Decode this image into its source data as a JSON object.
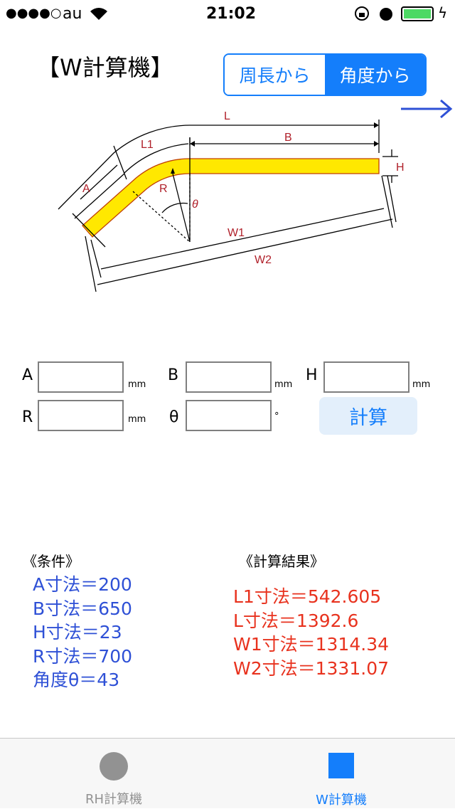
{
  "status": {
    "carrier": "au",
    "signal": "●●●●○",
    "time": "21:02"
  },
  "title": "【W計算機】",
  "segment": {
    "options": [
      "周長から",
      "角度から"
    ],
    "selected": 1
  },
  "diagram": {
    "labels": {
      "L": "L",
      "L1": "L1",
      "B": "B",
      "H": "H",
      "A": "A",
      "R": "R",
      "theta": "θ",
      "W1": "W1",
      "W2": "W2"
    }
  },
  "inputs": [
    {
      "label": "A",
      "unit": "mm",
      "value": ""
    },
    {
      "label": "B",
      "unit": "mm",
      "value": ""
    },
    {
      "label": "H",
      "unit": "mm",
      "value": ""
    },
    {
      "label": "R",
      "unit": "mm",
      "value": ""
    },
    {
      "label": "θ",
      "unit": "°",
      "value": ""
    }
  ],
  "calc_button": "計算",
  "conditions": {
    "heading": "《条件》",
    "items": [
      "A寸法＝200",
      "B寸法＝650",
      "H寸法＝23",
      "R寸法＝700",
      "角度θ＝43"
    ]
  },
  "results": {
    "heading": "《計算結果》",
    "items": [
      "L1寸法＝542.605",
      "L寸法＝1392.6",
      "W1寸法＝1314.34",
      "W2寸法＝1331.07"
    ]
  },
  "tabs": [
    {
      "label": "RH計算機",
      "active": false
    },
    {
      "label": "W計算機",
      "active": true
    }
  ],
  "colors": {
    "accent": "#147efb",
    "condition": "#2e50d6",
    "result": "#e8321e",
    "bar": "#ffe800"
  }
}
